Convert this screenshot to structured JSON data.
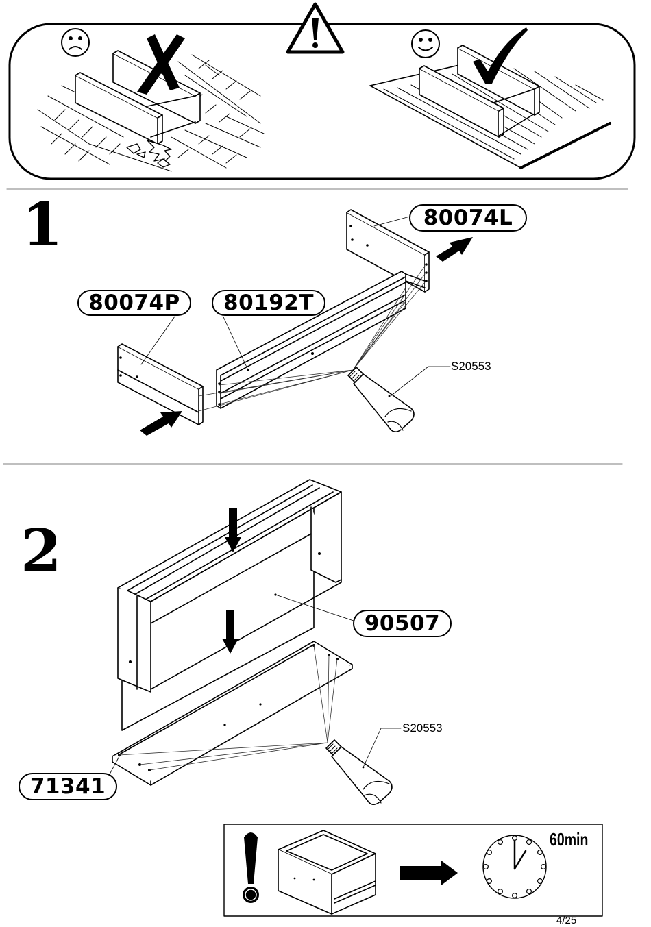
{
  "steps": {
    "step1": {
      "number": "1",
      "parts": {
        "side_left": "80074L",
        "side_right": "80074P",
        "back_rail": "80192T"
      },
      "glue": "S20553"
    },
    "step2": {
      "number": "2",
      "parts": {
        "panel": "90507",
        "bottom": "71341"
      },
      "glue": "S20553"
    }
  },
  "drying": {
    "time": "60min"
  },
  "footer": {
    "page": "4/25"
  },
  "icons": [
    "warning-triangle-icon",
    "sad-face-icon",
    "happy-face-icon",
    "cross-mark-icon",
    "check-mark-icon",
    "glue-tube-icon",
    "clock-icon",
    "arrow-right-icon",
    "exclamation-icon"
  ]
}
